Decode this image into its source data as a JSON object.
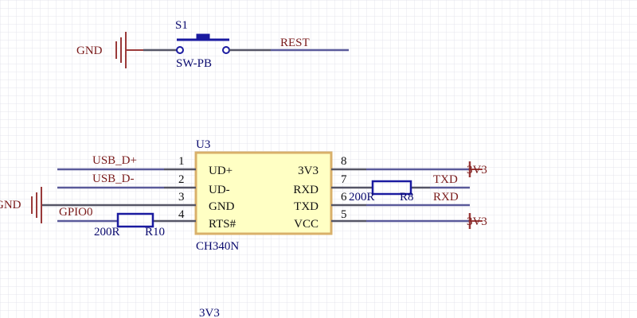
{
  "colors": {
    "grid": "#e4e4ec",
    "wire": "#555566",
    "bus": "#5a5a9a",
    "power": "#9a3a3a",
    "net_text": "#7a1a1a",
    "comp_text": "#0a0a6e",
    "chip_fill": "#ffffc4",
    "chip_border": "#d9b06a",
    "switch": "#1a1aa0"
  },
  "switch": {
    "designator": "S1",
    "part": "SW-PB",
    "left_net": "GND",
    "right_net": "REST"
  },
  "chip": {
    "designator": "U3",
    "part": "CH340N",
    "left_pins": [
      {
        "num": "1",
        "name": "UD+",
        "net": "USB_D+"
      },
      {
        "num": "2",
        "name": "UD-",
        "net": "USB_D-"
      },
      {
        "num": "3",
        "name": "GND",
        "net": "GND"
      },
      {
        "num": "4",
        "name": "RTS#",
        "net": "GPIO0"
      }
    ],
    "right_pins": [
      {
        "num": "8",
        "name": "3V3",
        "net": "3V3"
      },
      {
        "num": "7",
        "name": "RXD",
        "net": "TXD"
      },
      {
        "num": "6",
        "name": "TXD",
        "net": "RXD"
      },
      {
        "num": "5",
        "name": "VCC",
        "net": "3V3"
      }
    ]
  },
  "resistors": [
    {
      "designator": "R10",
      "value": "200R"
    },
    {
      "designator": "R8",
      "value": "200R"
    }
  ],
  "bottom_net": "3V3"
}
